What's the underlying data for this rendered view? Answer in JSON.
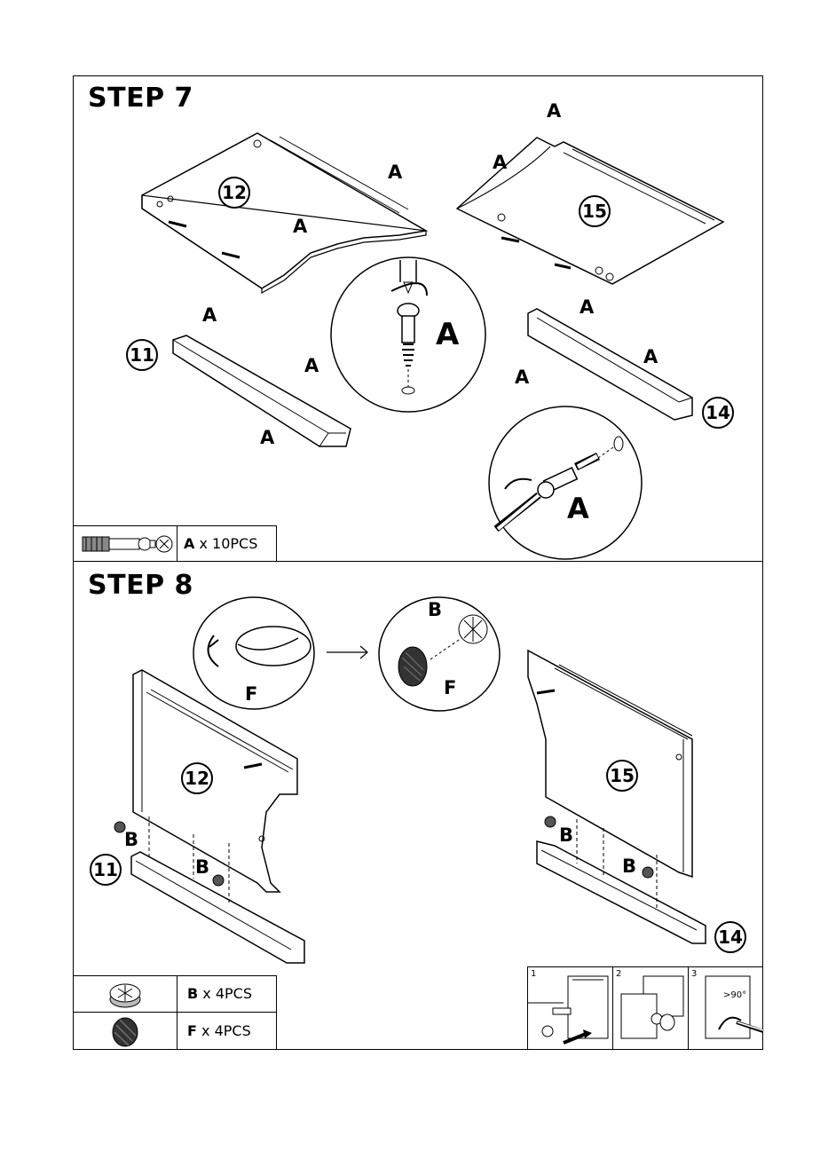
{
  "step7": {
    "title": "STEP 7",
    "parts": {
      "p12": "12",
      "p15": "15",
      "p11": "11",
      "p14": "14"
    },
    "callout": "A",
    "legend": {
      "letter": "A",
      "qty": " x 10PCS"
    }
  },
  "step8": {
    "title": "STEP 8",
    "parts": {
      "p12": "12",
      "p15": "15",
      "p11": "11",
      "p14": "14"
    },
    "callout_b": "B",
    "callout_f": "F",
    "legend": [
      {
        "letter": "B",
        "qty": " x 4PCS"
      },
      {
        "letter": "F",
        "qty": " x 4PCS"
      }
    ],
    "inset_steps": [
      "1",
      "2",
      "3"
    ],
    "inset_angle": ">90°"
  }
}
